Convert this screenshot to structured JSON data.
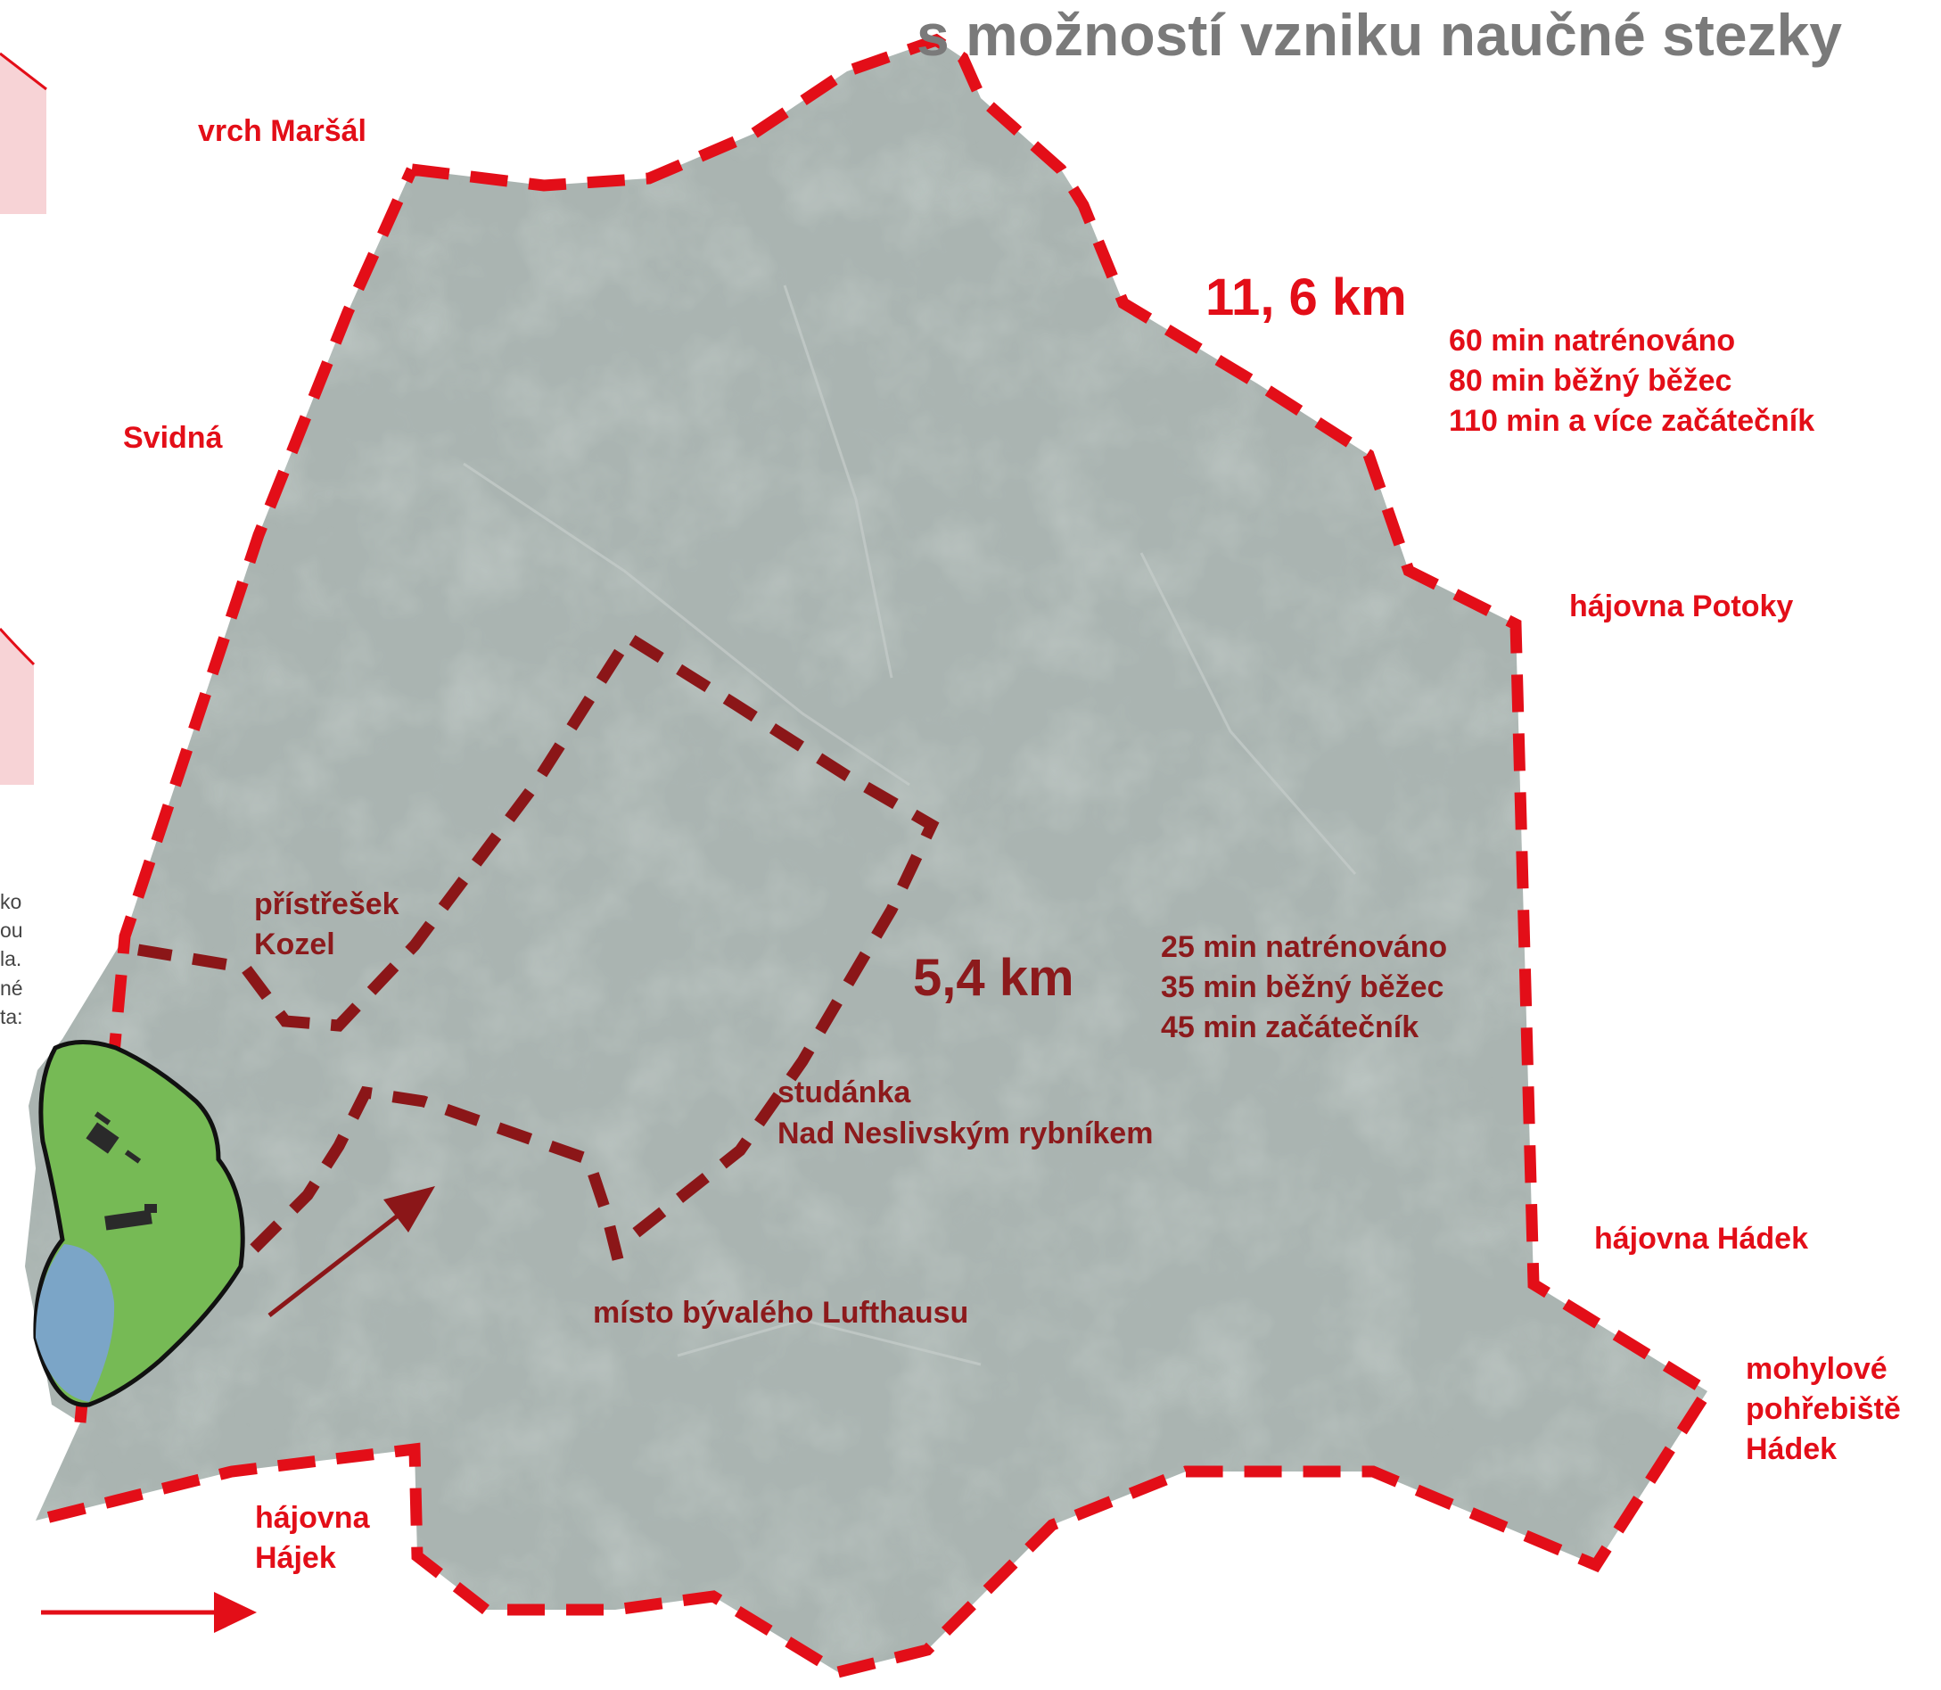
{
  "title": "s možností vzniku naučné stezky",
  "places": {
    "marsal": "vrch Maršál",
    "svidna": "Svidná",
    "potoky": "hájovna Potoky",
    "hadek_lodge": "hájovna Hádek",
    "mohyly_1": "mohylové",
    "mohyly_2": "pohřebiště",
    "mohyly_3": "Hádek",
    "hajek_1": "hájovna",
    "hajek_2": "Hájek",
    "kozel_1": "přístřešek",
    "kozel_2": "Kozel",
    "studanka_1": "studánka",
    "studanka_2": "Nad Neslivským rybníkem",
    "lufthaus": "místo bývalého Lufthausu"
  },
  "long_route": {
    "distance": "11, 6 km",
    "times": [
      "60 min natrénováno",
      "80 min běžný běžec",
      "110 min a více začátečník"
    ]
  },
  "short_route": {
    "distance": "5,4 km",
    "times": [
      "25 min natrénováno",
      "35 min běžný běžec",
      "45 min začátečník"
    ]
  },
  "side_text": [
    "ko",
    "ou",
    "la.",
    "né",
    "ta:"
  ],
  "colors": {
    "long_route": "#e30e18",
    "short_route": "#8b1618",
    "area_fill": "#aab4b1",
    "park_green": "#76ba55",
    "pond_blue": "#7ba5c7",
    "title_gray": "#7a7a7a"
  }
}
